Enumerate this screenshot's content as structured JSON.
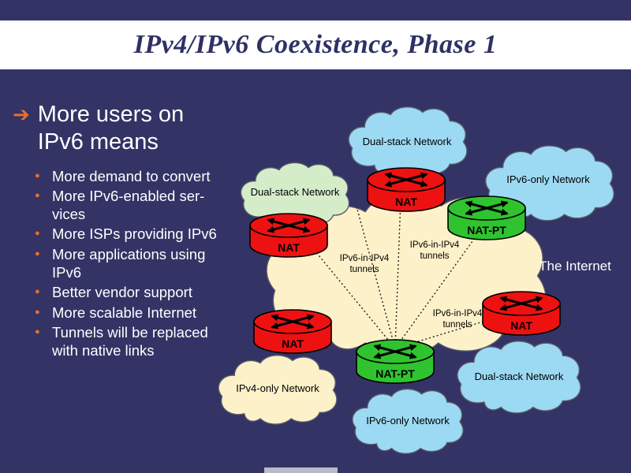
{
  "slide": {
    "title": "IPv4/IPv6 Coexistence, Phase 1"
  },
  "icons": {
    "main_bullet_arrow": "➔",
    "sub_bullet_dot": "●"
  },
  "bullets": {
    "main": "More users on IPv6 means",
    "items": [
      "More demand to convert",
      "More IPv6-enabled ser-vices",
      "More ISPs providing IPv6",
      "More applications using IPv6",
      "Better vendor support",
      "More scalable Internet",
      "Tunnels will be replaced with native links"
    ]
  },
  "diagram": {
    "internet_label": "The Internet",
    "clouds": [
      {
        "label": "Dual-stack Network",
        "position": "top"
      },
      {
        "label": "IPv6-only Network",
        "position": "top-right"
      },
      {
        "label": "Dual-stack Network",
        "position": "left"
      },
      {
        "label": "IPv4-only Network",
        "position": "bottom-left"
      },
      {
        "label": "Dual-stack Network",
        "position": "bottom-right"
      },
      {
        "label": "IPv6-only Network",
        "position": "bottom-center"
      }
    ],
    "routers": [
      {
        "label": "NAT",
        "position": "top"
      },
      {
        "label": "NAT",
        "position": "left"
      },
      {
        "label": "NAT-PT",
        "position": "upper-right"
      },
      {
        "label": "NAT",
        "position": "bottom-left"
      },
      {
        "label": "NAT-PT",
        "position": "bottom-center"
      },
      {
        "label": "NAT",
        "position": "lower-right"
      }
    ],
    "tunnel_labels": [
      {
        "line1": "IPv6-in-IPv4",
        "line2": "tunnels"
      },
      {
        "line1": "IPv6-in-IPv4",
        "line2": "tunnels"
      },
      {
        "line1": "IPv6-in-IPv4",
        "line2": "tunnels"
      }
    ]
  },
  "colors": {
    "background": "#333366",
    "title_text": "#2e3166",
    "bullet_accent": "#e8702a",
    "cloud_blue": "#9cd9f2",
    "cloud_green": "#d5ecc9",
    "cloud_cream": "#fdf1c9",
    "router_red": "#ee1111",
    "router_green": "#2fc42f"
  }
}
